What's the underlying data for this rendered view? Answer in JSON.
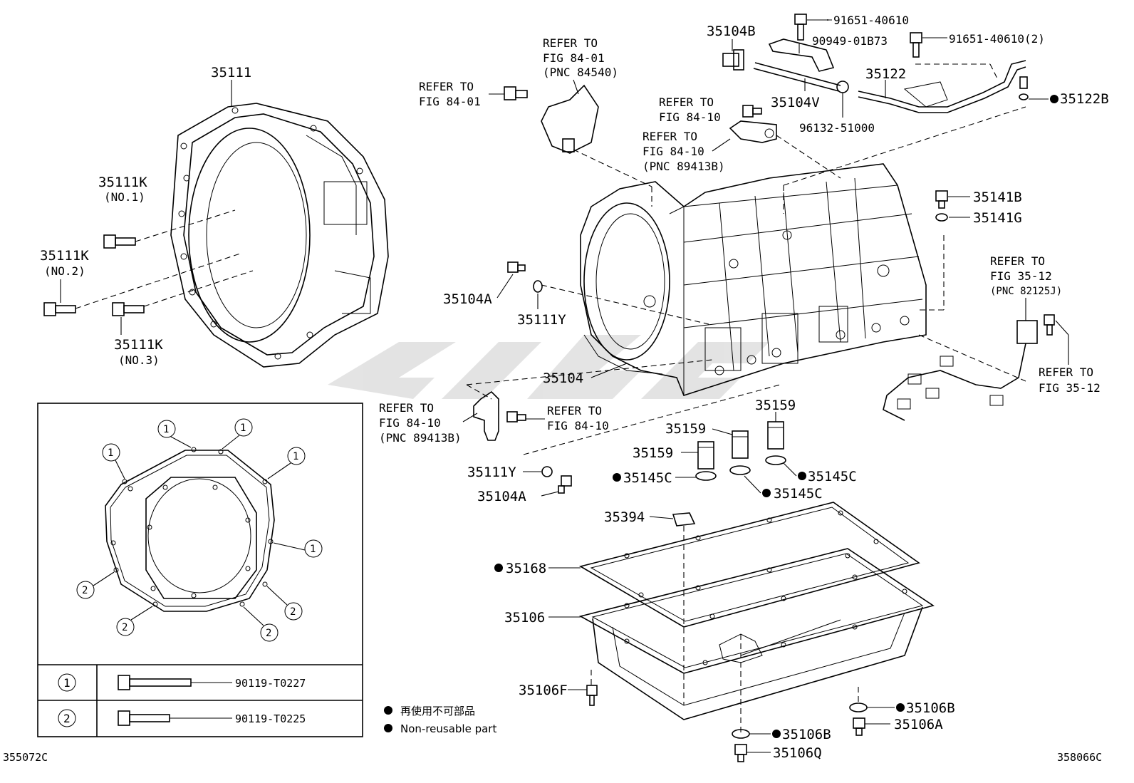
{
  "labels": {
    "l35111": "35111",
    "l35111K_1": "35111K",
    "no1": "(NO.1)",
    "l35111K_2": "35111K",
    "no2": "(NO.2)",
    "l35111K_3": "35111K",
    "no3": "(NO.3)",
    "refer_to": "REFER TO",
    "fig_84_01": "FIG 84-01",
    "pnc_84540": "(PNC 84540)",
    "fig_84_10": "FIG 84-10",
    "pnc_89413B": "(PNC 89413B)",
    "fig_35_12": "FIG 35-12",
    "pnc_82125J": "(PNC 82125J)",
    "l35104B": "35104B",
    "l91651_40610": "91651-40610",
    "l90949_01B73": "90949-01B73",
    "l91651_40610_2": "91651-40610(2)",
    "l35122": "35122",
    "l35104V": "35104V",
    "l96132_51000": "96132-51000",
    "l35122B": "35122B",
    "l35141B": "35141B",
    "l35141G": "35141G",
    "l35104A": "35104A",
    "l35111Y": "35111Y",
    "l35104": "35104",
    "l35159": "35159",
    "l35145C": "35145C",
    "l35394": "35394",
    "l35168": "35168",
    "l35106": "35106",
    "l35106F": "35106F",
    "l35106B": "35106B",
    "l35106A": "35106A",
    "l35106Q": "35106Q"
  },
  "inset": {
    "bolt_rows": [
      {
        "mark": "1",
        "part": "90119-T0227"
      },
      {
        "mark": "2",
        "part": "90119-T0225"
      }
    ]
  },
  "legend": {
    "jp": "再使用不可部品",
    "en": "Non-reusable part"
  },
  "footer": {
    "left_code": "355072C",
    "right_code": "358066C"
  }
}
